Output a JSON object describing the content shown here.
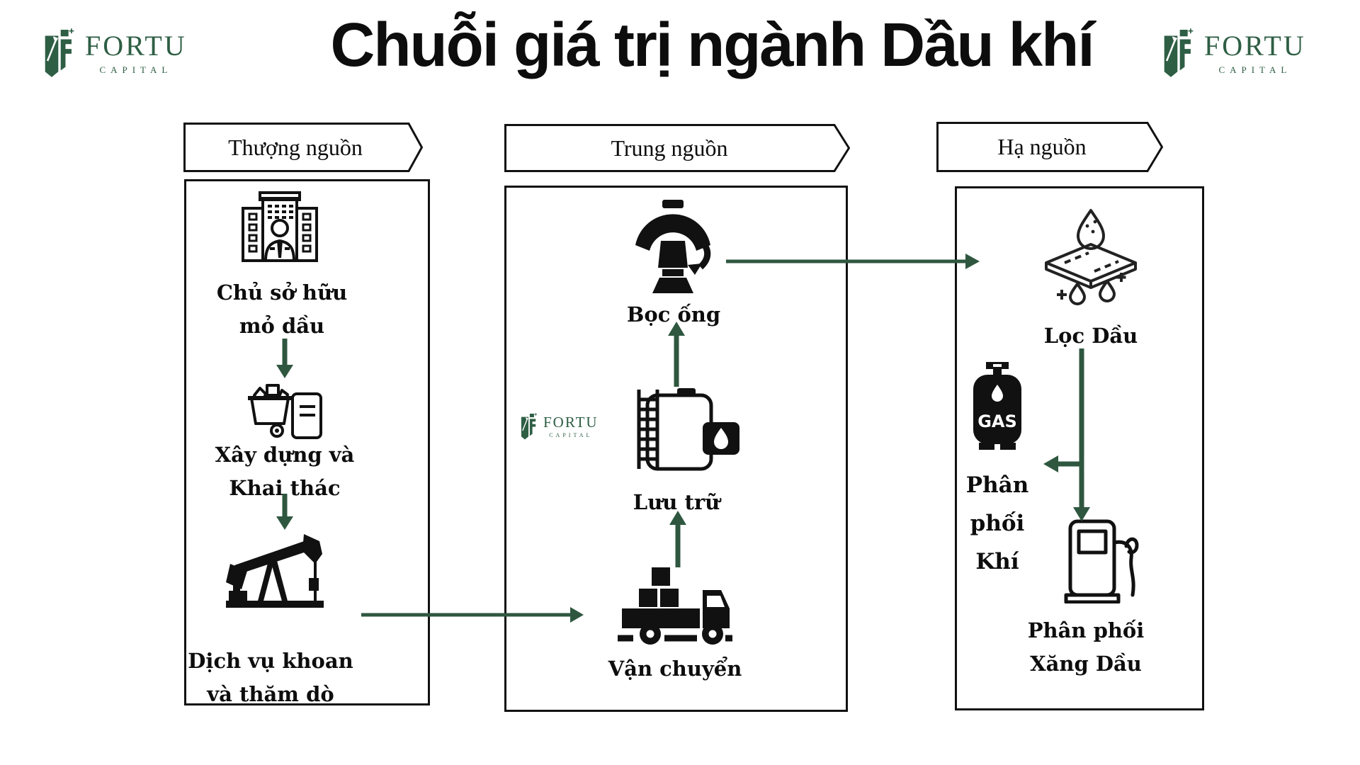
{
  "title": "Chuỗi giá trị ngành Dầu khí",
  "brand": {
    "name": "FORTU",
    "subtitle": "CAPITAL"
  },
  "colors": {
    "brand_green": "#2e5e44",
    "arrow_green": "#2f5740",
    "ink": "#111111"
  },
  "columns": [
    {
      "header": "Thượng nguồn",
      "items": [
        {
          "icon": "oil-field-owner-icon",
          "lines": [
            "Chủ sở hữu",
            "mỏ dầu"
          ]
        },
        {
          "icon": "mining-cart-icon",
          "lines": [
            "Xây dựng và",
            "Khai thác"
          ]
        },
        {
          "icon": "pumpjack-icon",
          "lines": [
            "Dịch vụ khoan",
            "và thăm dò"
          ]
        }
      ]
    },
    {
      "header": "Trung nguồn",
      "items": [
        {
          "icon": "pipe-coating-icon",
          "lines": [
            "Bọc ống"
          ]
        },
        {
          "icon": "storage-tank-icon",
          "lines": [
            "Lưu trữ"
          ]
        },
        {
          "icon": "cargo-truck-icon",
          "lines": [
            "Vận chuyển"
          ]
        }
      ]
    },
    {
      "header": "Hạ nguồn",
      "items": [
        {
          "icon": "oil-filter-icon",
          "lines": [
            "Lọc Dầu"
          ]
        },
        {
          "icon": "gas-cylinder-icon",
          "cylinder_text": "GAS",
          "lines": [
            "Phân",
            "phối",
            "Khí"
          ]
        },
        {
          "icon": "fuel-pump-icon",
          "lines": [
            "Phân phối",
            "Xăng Dầu"
          ]
        }
      ]
    }
  ]
}
